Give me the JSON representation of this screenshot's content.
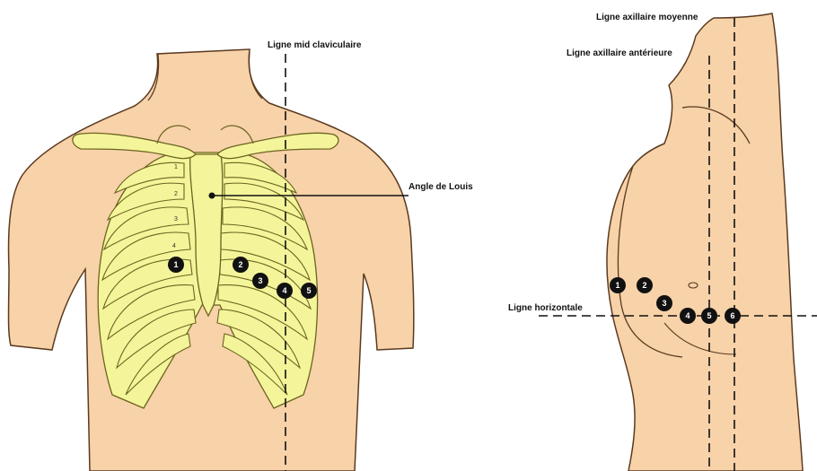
{
  "labels": {
    "mid_clavicular": "Ligne mid claviculaire",
    "angle_louis": "Angle de Louis",
    "axillary_middle": "Ligne axillaire moyenne",
    "axillary_anterior": "Ligne axillaire antérieure",
    "horizontal": "Ligne horizontale"
  },
  "front_electrodes": [
    "1",
    "2",
    "3",
    "4",
    "5"
  ],
  "side_electrodes": [
    "1",
    "2",
    "3",
    "4",
    "5",
    "6"
  ],
  "rib_numbers": [
    "1",
    "2",
    "3",
    "4"
  ],
  "colors": {
    "skin": "#f8d2a8",
    "bone": "#f4f59a",
    "electrode": "#111111"
  }
}
